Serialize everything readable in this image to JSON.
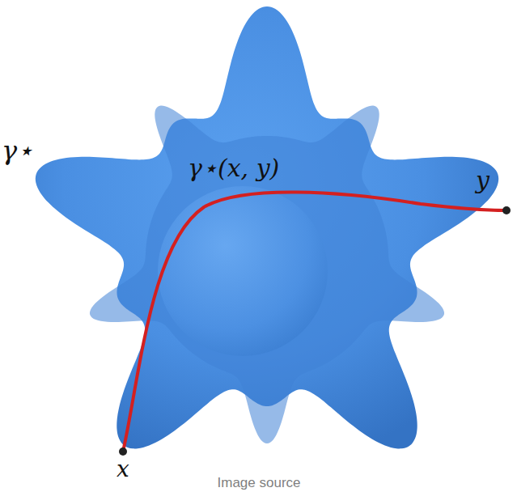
{
  "diagram": {
    "labels": [
      "γ⋆",
      "γ⋆(x, y)",
      "y",
      "x",
      "Image source"
    ]
  }
}
